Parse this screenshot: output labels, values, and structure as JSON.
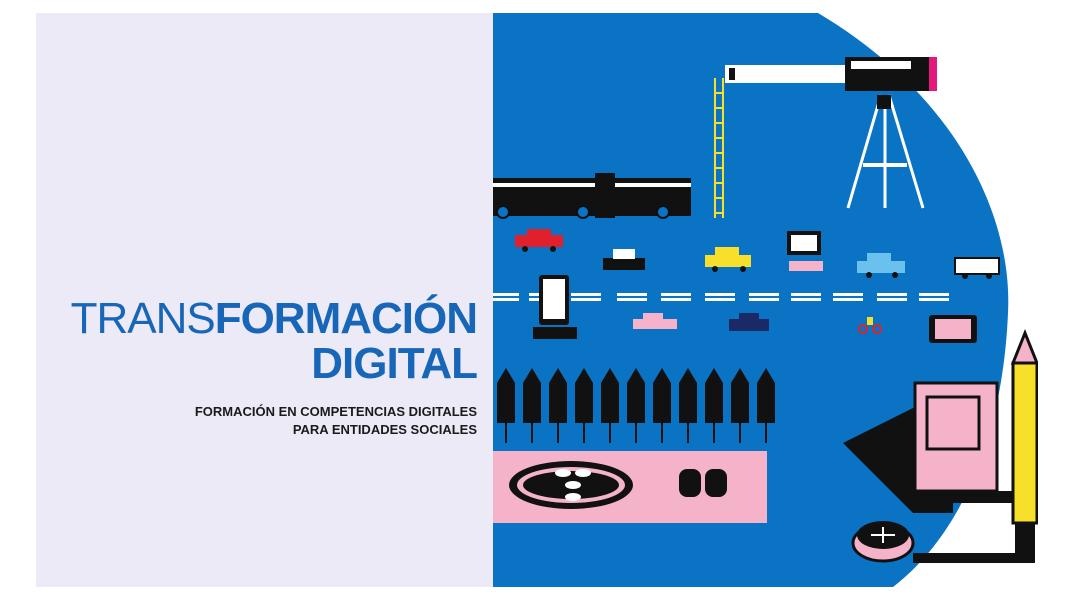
{
  "title": {
    "light": "TRANS",
    "bold": "FORMACIÓN",
    "line2": "DIGITAL"
  },
  "subtitle": {
    "line1": "FORMACIÓN EN COMPETENCIAS DIGITALES",
    "line2": "PARA ENTIDADES SOCIALES"
  },
  "colors": {
    "brand_blue": "#1766b8",
    "panel_bg": "#eceaf7",
    "illustration_blue": "#0a73c4",
    "accent_pink": "#f4b3c8",
    "accent_yellow": "#f7df2a"
  }
}
